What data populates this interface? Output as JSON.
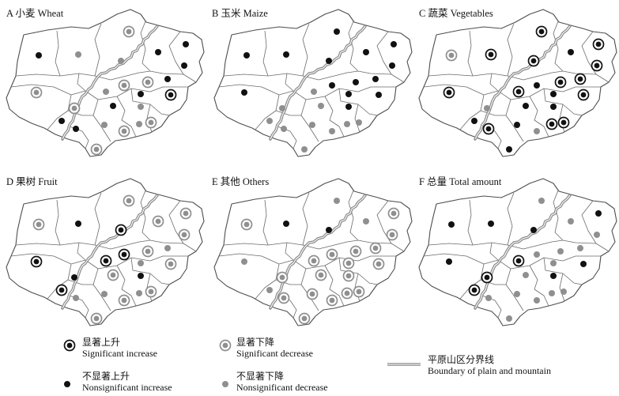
{
  "panels": [
    {
      "title": "A 小麦 Wheat",
      "trends": [
        1,
        -1,
        -2,
        -1,
        1,
        1,
        1,
        1,
        -2,
        -2,
        -1,
        1,
        2,
        -2,
        -2,
        1,
        -1,
        1,
        1,
        -1,
        -2,
        -1,
        -2,
        -2
      ]
    },
    {
      "title": "B 玉米 Maize",
      "trends": [
        1,
        1,
        1,
        1,
        1,
        1,
        1,
        1,
        1,
        1,
        -1,
        1,
        1,
        1,
        -1,
        -1,
        1,
        -1,
        -1,
        -1,
        -1,
        -1,
        -1,
        -1
      ]
    },
    {
      "title": "C 蔬菜 Vegetables",
      "trends": [
        -2,
        2,
        2,
        2,
        1,
        2,
        2,
        2,
        2,
        1,
        2,
        1,
        2,
        2,
        -1,
        1,
        1,
        1,
        2,
        1,
        -1,
        2,
        2,
        1
      ]
    },
    {
      "title": "D 果树 Fruit",
      "trends": [
        -2,
        1,
        -2,
        2,
        -2,
        -2,
        -2,
        -1,
        -2,
        2,
        2,
        -1,
        -2,
        2,
        1,
        -2,
        1,
        2,
        -1,
        -1,
        -2,
        -1,
        -2,
        -2
      ]
    },
    {
      "title": "E 其他 Others",
      "trends": [
        -2,
        1,
        -1,
        1,
        -1,
        -2,
        -2,
        -2,
        -2,
        -2,
        -2,
        -2,
        -2,
        -1,
        -2,
        -2,
        -2,
        -1,
        -2,
        -2,
        -2,
        -2,
        -2,
        -2
      ]
    },
    {
      "title": "F 总量 Total amount",
      "trends": [
        1,
        1,
        -1,
        1,
        -1,
        1,
        -1,
        -1,
        -1,
        -1,
        2,
        -1,
        1,
        1,
        2,
        -1,
        1,
        2,
        -1,
        -1,
        -1,
        -1,
        -1,
        -1
      ]
    }
  ],
  "legend": {
    "significant_increase": {
      "zh": "显著上升",
      "en": "Significant increase"
    },
    "significant_decrease": {
      "zh": "显著下降",
      "en": "Significant decrease"
    },
    "nonsignificant_increase": {
      "zh": "不显著上升",
      "en": "Nonsignificant increase"
    },
    "nonsignificant_decrease": {
      "zh": "不显著下降",
      "en": "Nonsignificant decrease"
    },
    "boundary": {
      "zh": "平原山区分界线",
      "en": "Boundary of plain and mountain"
    }
  },
  "colors": {
    "increase": "#111111",
    "decrease": "#8f8f8f",
    "boundary": "#8c8c8c",
    "outline": "#4d4d4d",
    "district": "#6a6a6a"
  }
}
